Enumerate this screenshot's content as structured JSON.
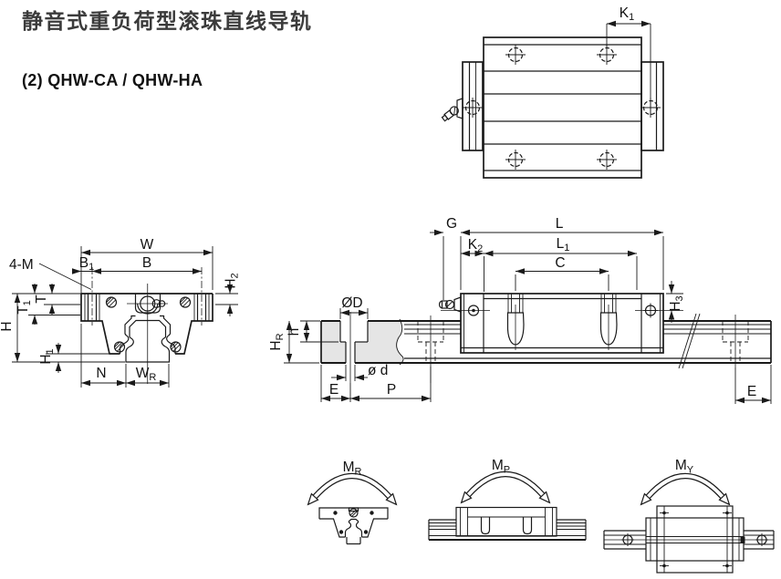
{
  "title": "静音式重负荷型滚珠直线导轨",
  "model": "(2) QHW-CA / QHW-HA",
  "colors": {
    "line": "#1a1a1a",
    "section_fill": "#e5e5e5",
    "title_text": "#3b3b3b"
  },
  "dims": {
    "K1": {
      "main": "K",
      "sub": "1"
    },
    "W": {
      "main": "W",
      "sub": ""
    },
    "B1": {
      "main": "B",
      "sub": "1"
    },
    "B": {
      "main": "B",
      "sub": ""
    },
    "H2": {
      "main": "H",
      "sub": "2"
    },
    "fourM": {
      "main": "4-M",
      "sub": ""
    },
    "T": {
      "main": "T",
      "sub": ""
    },
    "T1": {
      "main": "T",
      "sub": "1"
    },
    "H": {
      "main": "H",
      "sub": ""
    },
    "H1": {
      "main": "H",
      "sub": "1"
    },
    "N": {
      "main": "N",
      "sub": ""
    },
    "WR": {
      "main": "W",
      "sub": "R"
    },
    "DiaD": {
      "main": "ØD",
      "sub": ""
    },
    "h": {
      "main": "h",
      "sub": ""
    },
    "HR": {
      "main": "H",
      "sub": "R"
    },
    "diad": {
      "main": "ø d",
      "sub": ""
    },
    "E": {
      "main": "E",
      "sub": ""
    },
    "P": {
      "main": "P",
      "sub": ""
    },
    "G": {
      "main": "G",
      "sub": ""
    },
    "L": {
      "main": "L",
      "sub": ""
    },
    "L1": {
      "main": "L",
      "sub": "1"
    },
    "K2": {
      "main": "K",
      "sub": "2"
    },
    "C": {
      "main": "C",
      "sub": ""
    },
    "H3": {
      "main": "H",
      "sub": "3"
    },
    "E2": {
      "main": "E",
      "sub": ""
    },
    "MR": {
      "main": "M",
      "sub": "R"
    },
    "MP": {
      "main": "M",
      "sub": "P"
    },
    "MY": {
      "main": "M",
      "sub": "Y"
    }
  }
}
